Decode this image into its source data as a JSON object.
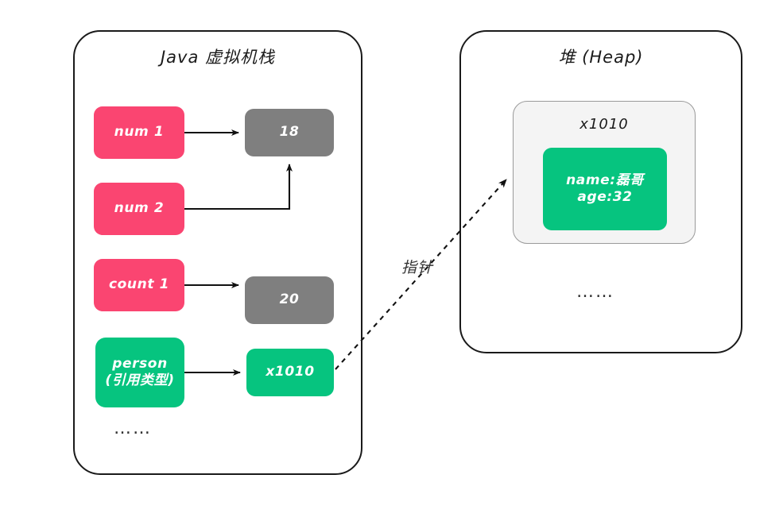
{
  "diagram": {
    "title_stack": "Java 虚拟机栈",
    "title_heap": "堆 (Heap)",
    "pointer_label": "指针",
    "stack_ellipsis": "……",
    "heap_ellipsis": "……"
  },
  "stack": {
    "variables": [
      {
        "name": "num 1",
        "type": "primitive",
        "color": "#fa4571"
      },
      {
        "name": "num 2",
        "type": "primitive",
        "color": "#fa4571"
      },
      {
        "name": "count 1",
        "type": "primitive",
        "color": "#fa4571"
      },
      {
        "name_line1": "person",
        "name_line2": "(引用类型)",
        "type": "reference",
        "color": "#06c47f"
      }
    ],
    "values": [
      {
        "value": "18",
        "color": "#7f7f7f"
      },
      {
        "value": "20",
        "color": "#7f7f7f"
      },
      {
        "value": "x1010",
        "color": "#06c47f"
      }
    ]
  },
  "heap": {
    "object_address": "x1010",
    "object_fields_line1": "name:磊哥",
    "object_fields_line2": "age:32",
    "object_color": "#06c47f",
    "container_bg": "#f4f4f4"
  },
  "colors": {
    "primitive": "#fa4571",
    "reference": "#06c47f",
    "value_slot": "#7f7f7f",
    "stroke": "#1a1a1a",
    "background": "#ffffff"
  }
}
